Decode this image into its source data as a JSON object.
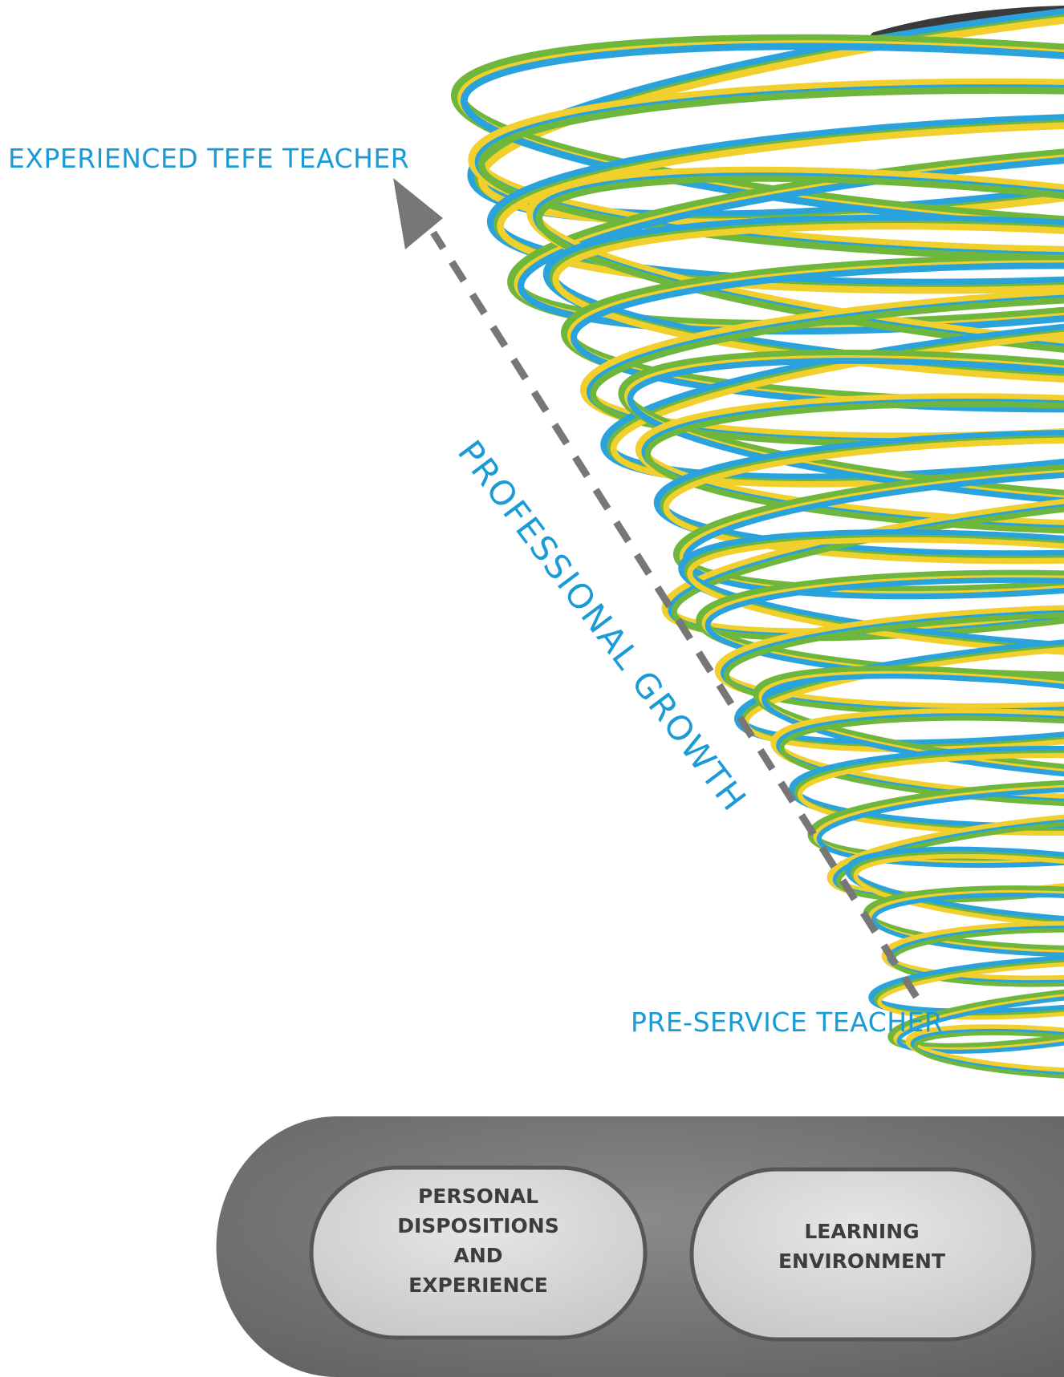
{
  "labels": {
    "experienced": "EXPERIENCED TEFE TEACHER",
    "pre_service": "PRE-SERVICE TEACHER",
    "growth": "PROFESSIONAL GROWTH"
  },
  "base": {
    "items": [
      {
        "label": "PERSONAL\nDISPOSITIONS\nAND\nEXPERIENCE"
      },
      {
        "label": "LEARNING\nENVIRONMENT"
      }
    ]
  },
  "colors": {
    "label_blue": "#1a9ad6",
    "arrow_gray": "#777777",
    "ribbon_blue": "#2aa3dc",
    "ribbon_green": "#6fb63c",
    "ribbon_yellow": "#f1cf2c",
    "base_dark": "#757575",
    "base_light": "#d9d9d9"
  }
}
